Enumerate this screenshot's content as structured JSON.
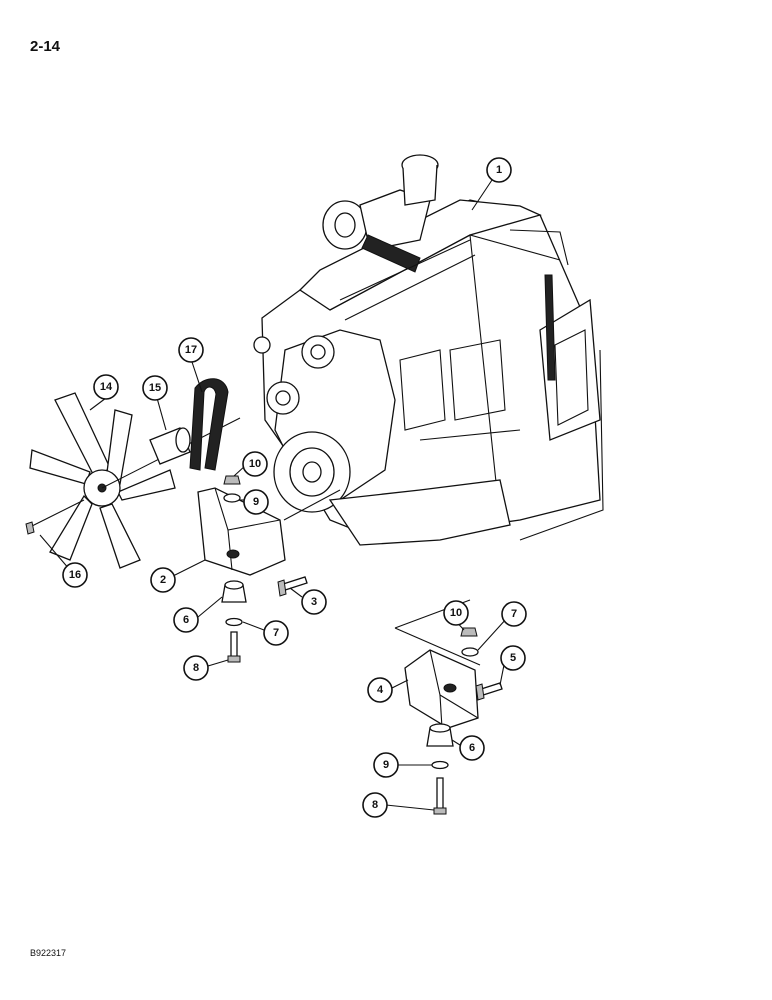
{
  "page_number": "2-14",
  "figure_code": "B922317",
  "callouts": [
    "1",
    "2",
    "3",
    "4",
    "5",
    "6",
    "6",
    "7",
    "7",
    "8",
    "8",
    "9",
    "9",
    "10",
    "10",
    "14",
    "15",
    "16",
    "17"
  ]
}
